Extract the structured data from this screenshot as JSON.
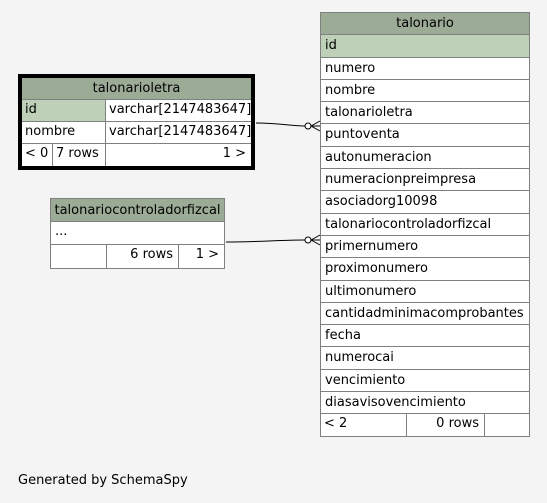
{
  "tables": {
    "talonario": {
      "name": "talonario",
      "columns": [
        "id",
        "numero",
        "nombre",
        "talonarioletra",
        "puntoventa",
        "autonumeracion",
        "numeracionpreimpresa",
        "asociadorg10098",
        "talonariocontroladorfizcal",
        "primernumero",
        "proximonumero",
        "ultimonumero",
        "cantidadminimacomprobantes",
        "fecha",
        "numerocai",
        "vencimiento",
        "diasavisovencimiento"
      ],
      "footer": {
        "parents": "< 2",
        "rows": "0 rows",
        "children": ""
      }
    },
    "talonarioletra": {
      "name": "talonarioletra",
      "columns": [
        {
          "name": "id",
          "type": "varchar[2147483647]"
        },
        {
          "name": "nombre",
          "type": "varchar[2147483647]"
        }
      ],
      "footer": {
        "parents": "< 0",
        "rows": "7 rows",
        "children": "1 >"
      }
    },
    "talonariocontroladorfizcal": {
      "name": "talonariocontroladorfizcal",
      "elided": "...",
      "footer": {
        "parents": "",
        "rows": "6 rows",
        "children": "1 >"
      }
    }
  },
  "footer_text": "Generated by SchemaSpy",
  "colors": {
    "header": "#9bab96",
    "primary_key": "#bed1b8",
    "background": "#f4f4f4",
    "border": "#7f7f7f"
  }
}
